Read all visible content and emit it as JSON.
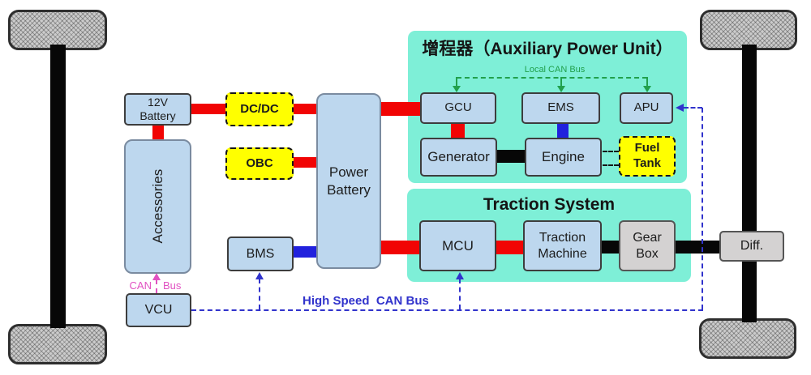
{
  "regions": {
    "apu": {
      "title": "增程器（Auxiliary Power Unit）"
    },
    "traction": {
      "title": "Traction System"
    }
  },
  "nodes": {
    "battery_12v": {
      "label": "12V\nBattery"
    },
    "dcdc": {
      "label": "DC/DC"
    },
    "obc": {
      "label": "OBC"
    },
    "accessories": {
      "label": "Accessories"
    },
    "power_battery": {
      "label": "Power\nBattery"
    },
    "bms": {
      "label": "BMS"
    },
    "vcu": {
      "label": "VCU"
    },
    "gcu": {
      "label": "GCU"
    },
    "ems": {
      "label": "EMS"
    },
    "apu": {
      "label": "APU"
    },
    "generator": {
      "label": "Generator"
    },
    "engine": {
      "label": "Engine"
    },
    "fuel_tank": {
      "label": "Fuel\nTank"
    },
    "mcu": {
      "label": "MCU"
    },
    "traction_machine": {
      "label": "Traction\nMachine"
    },
    "gear_box": {
      "label": "Gear\nBox"
    },
    "diff": {
      "label": "Diff."
    }
  },
  "buses": {
    "local_can": {
      "label": "Local CAN Bus",
      "color": "#21a04c"
    },
    "low_speed_can": {
      "label_left": "CAN",
      "label_right": "Bus",
      "color": "#e152c2"
    },
    "high_speed_can": {
      "label": "High Speed  CAN Bus",
      "color": "#3133cc"
    }
  },
  "connections": {
    "electrical_power_color": "#f10404",
    "signal_color": "#2121dd",
    "mechanical_color": "#070707",
    "region_background": "#7eefd7",
    "component_background": "#bdd7ee",
    "optional_component_background": "#ffff00",
    "mechanical_component_background": "#d4d2d2"
  }
}
